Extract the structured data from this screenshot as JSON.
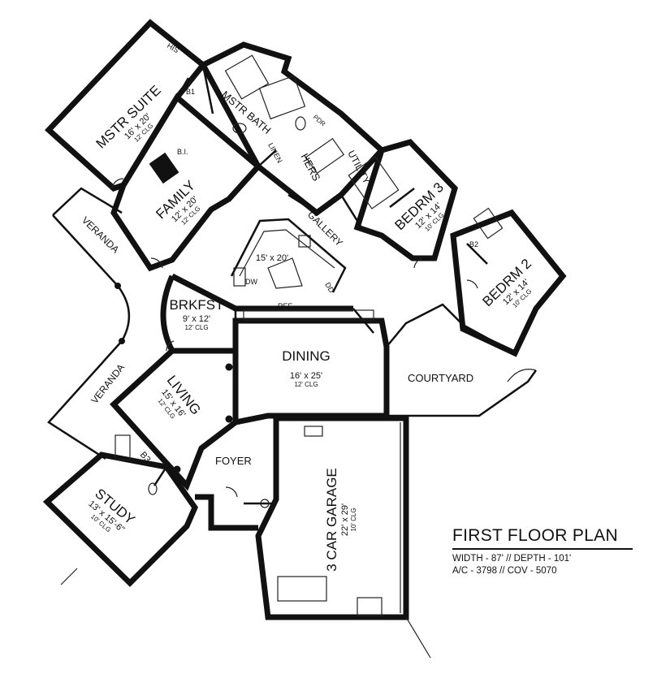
{
  "title": "FIRST FLOOR PLAN",
  "specs": [
    "WIDTH - 87' // DEPTH - 101'",
    "A/C - 3798 // COV - 5070"
  ],
  "rooms": {
    "mstr_suite": {
      "name": "MSTR SUITE",
      "size": "16' x 20'",
      "clg": "12' CLG"
    },
    "family": {
      "name": "FAMILY",
      "size": "12' x 20'",
      "clg": "12' CLG"
    },
    "kitchen": {
      "size": "15' x 20'"
    },
    "brkfst": {
      "name": "BRKFST",
      "size": "9' x 12'",
      "clg": "12' CLG"
    },
    "living": {
      "name": "LIVING",
      "size": "15' x 16'",
      "clg": "12' CLG"
    },
    "dining": {
      "name": "DINING",
      "size": "16' x 25'",
      "clg": "12' CLG"
    },
    "bedrm3": {
      "name": "BEDRM 3",
      "size": "12' x 14'",
      "clg": "10' CLG"
    },
    "bedrm2": {
      "name": "BEDRM 2",
      "size": "12' x 14'",
      "clg": "10' CLG"
    },
    "study": {
      "name": "STUDY",
      "size": "13' x 15'-6\"",
      "clg": "10' CLG"
    },
    "garage": {
      "name": "3 CAR GARAGE",
      "size": "22' x 29'",
      "clg": "10' CLG"
    }
  },
  "labels": {
    "his": "HIS",
    "mstr_bath": "MSTR BATH",
    "hers": "HERS",
    "linen": "LINEN",
    "utility": "UTILITY",
    "gallery": "GALLERY",
    "veranda_top": "VERANDA",
    "veranda_bottom": "VERANDA",
    "courtyard": "COURTYARD",
    "foyer": "FOYER",
    "ref": "REF",
    "dw": "DW",
    "dd": "DD",
    "b1": "B1",
    "b2": "B2",
    "b3": "B3",
    "bi": "B.I.",
    "pdr": "PDR"
  }
}
